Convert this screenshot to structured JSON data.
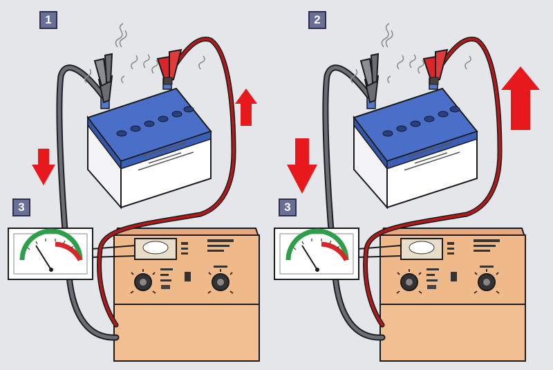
{
  "panels": [
    {
      "step_label": "1",
      "meter_label": "3"
    },
    {
      "step_label": "2",
      "meter_label": "3"
    }
  ],
  "colors": {
    "background": "#e4e6ea",
    "battery_top": "#4a6fc8",
    "battery_body": "#ffffff",
    "charger_body": "#f0b98a",
    "charger_panel": "#e8a878",
    "positive_cable": "#b01a1a",
    "negative_cable": "#5c6066",
    "clamp_red": "#d8262a",
    "clamp_gray": "#6a6e74",
    "arrow_red": "#e8191d",
    "meter_green": "#2f9e4a",
    "meter_red": "#d8262a",
    "badge": "#6a6f98"
  },
  "icons": {
    "battery": "car-battery-icon",
    "charger": "battery-charger-icon",
    "meter": "ammeter-gauge-icon",
    "arrow_up": "current-up-arrow-icon",
    "arrow_down": "current-down-arrow-icon",
    "fumes": "gas-fumes-icon"
  }
}
